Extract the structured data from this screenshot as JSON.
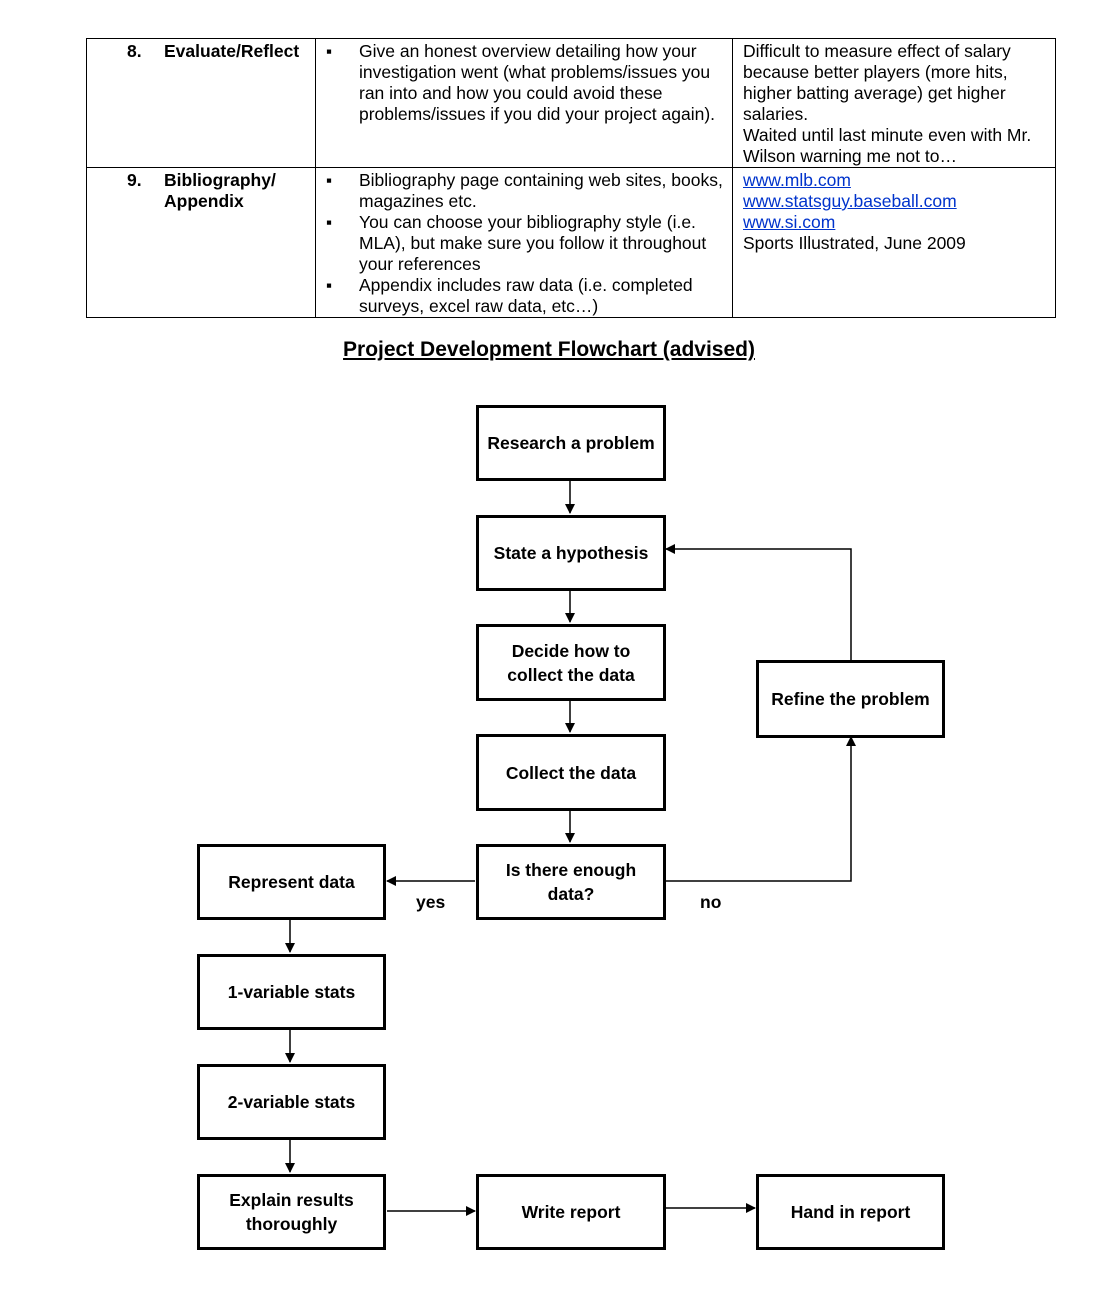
{
  "table": {
    "rows": [
      {
        "number": "8.",
        "title_lines": [
          "Evaluate/Reflect"
        ],
        "bullets": [
          "Give an honest overview detailing how your investigation went (what problems/issues you ran into and how you could avoid these problems/issues if you did your project again)."
        ],
        "example_lines": [
          "Difficult to measure effect of salary because better players (more hits, higher batting average) get higher salaries.",
          "Waited until last minute even with Mr. Wilson warning me not to…"
        ]
      },
      {
        "number": "9.",
        "title_lines": [
          "Bibliography/",
          "Appendix"
        ],
        "bullets": [
          "Bibliography page containing web sites, books, magazines etc.",
          "You can choose your bibliography style (i.e. MLA), but make sure you follow it throughout your references",
          "Appendix includes raw data (i.e. completed surveys, excel raw data, etc…)"
        ],
        "links": [
          "www.mlb.com",
          "www.statsguy.baseball.com",
          "www.si.com"
        ],
        "example_lines": [
          "Sports Illustrated, June 2009"
        ]
      }
    ]
  },
  "flowchart": {
    "title": "Project Development Flowchart (advised)",
    "boxes": {
      "research": "Research a problem",
      "hypothesis": "State a hypothesis",
      "decide": "Decide how to collect the data",
      "collect": "Collect the data",
      "enough": "Is there enough data?",
      "refine": "Refine the problem",
      "represent": "Represent data",
      "one_var": "1-variable stats",
      "two_var": "2-variable stats",
      "explain": "Explain results thoroughly",
      "write": "Write report",
      "hand_in": "Hand in report"
    },
    "labels": {
      "yes": "yes",
      "no": "no"
    }
  }
}
